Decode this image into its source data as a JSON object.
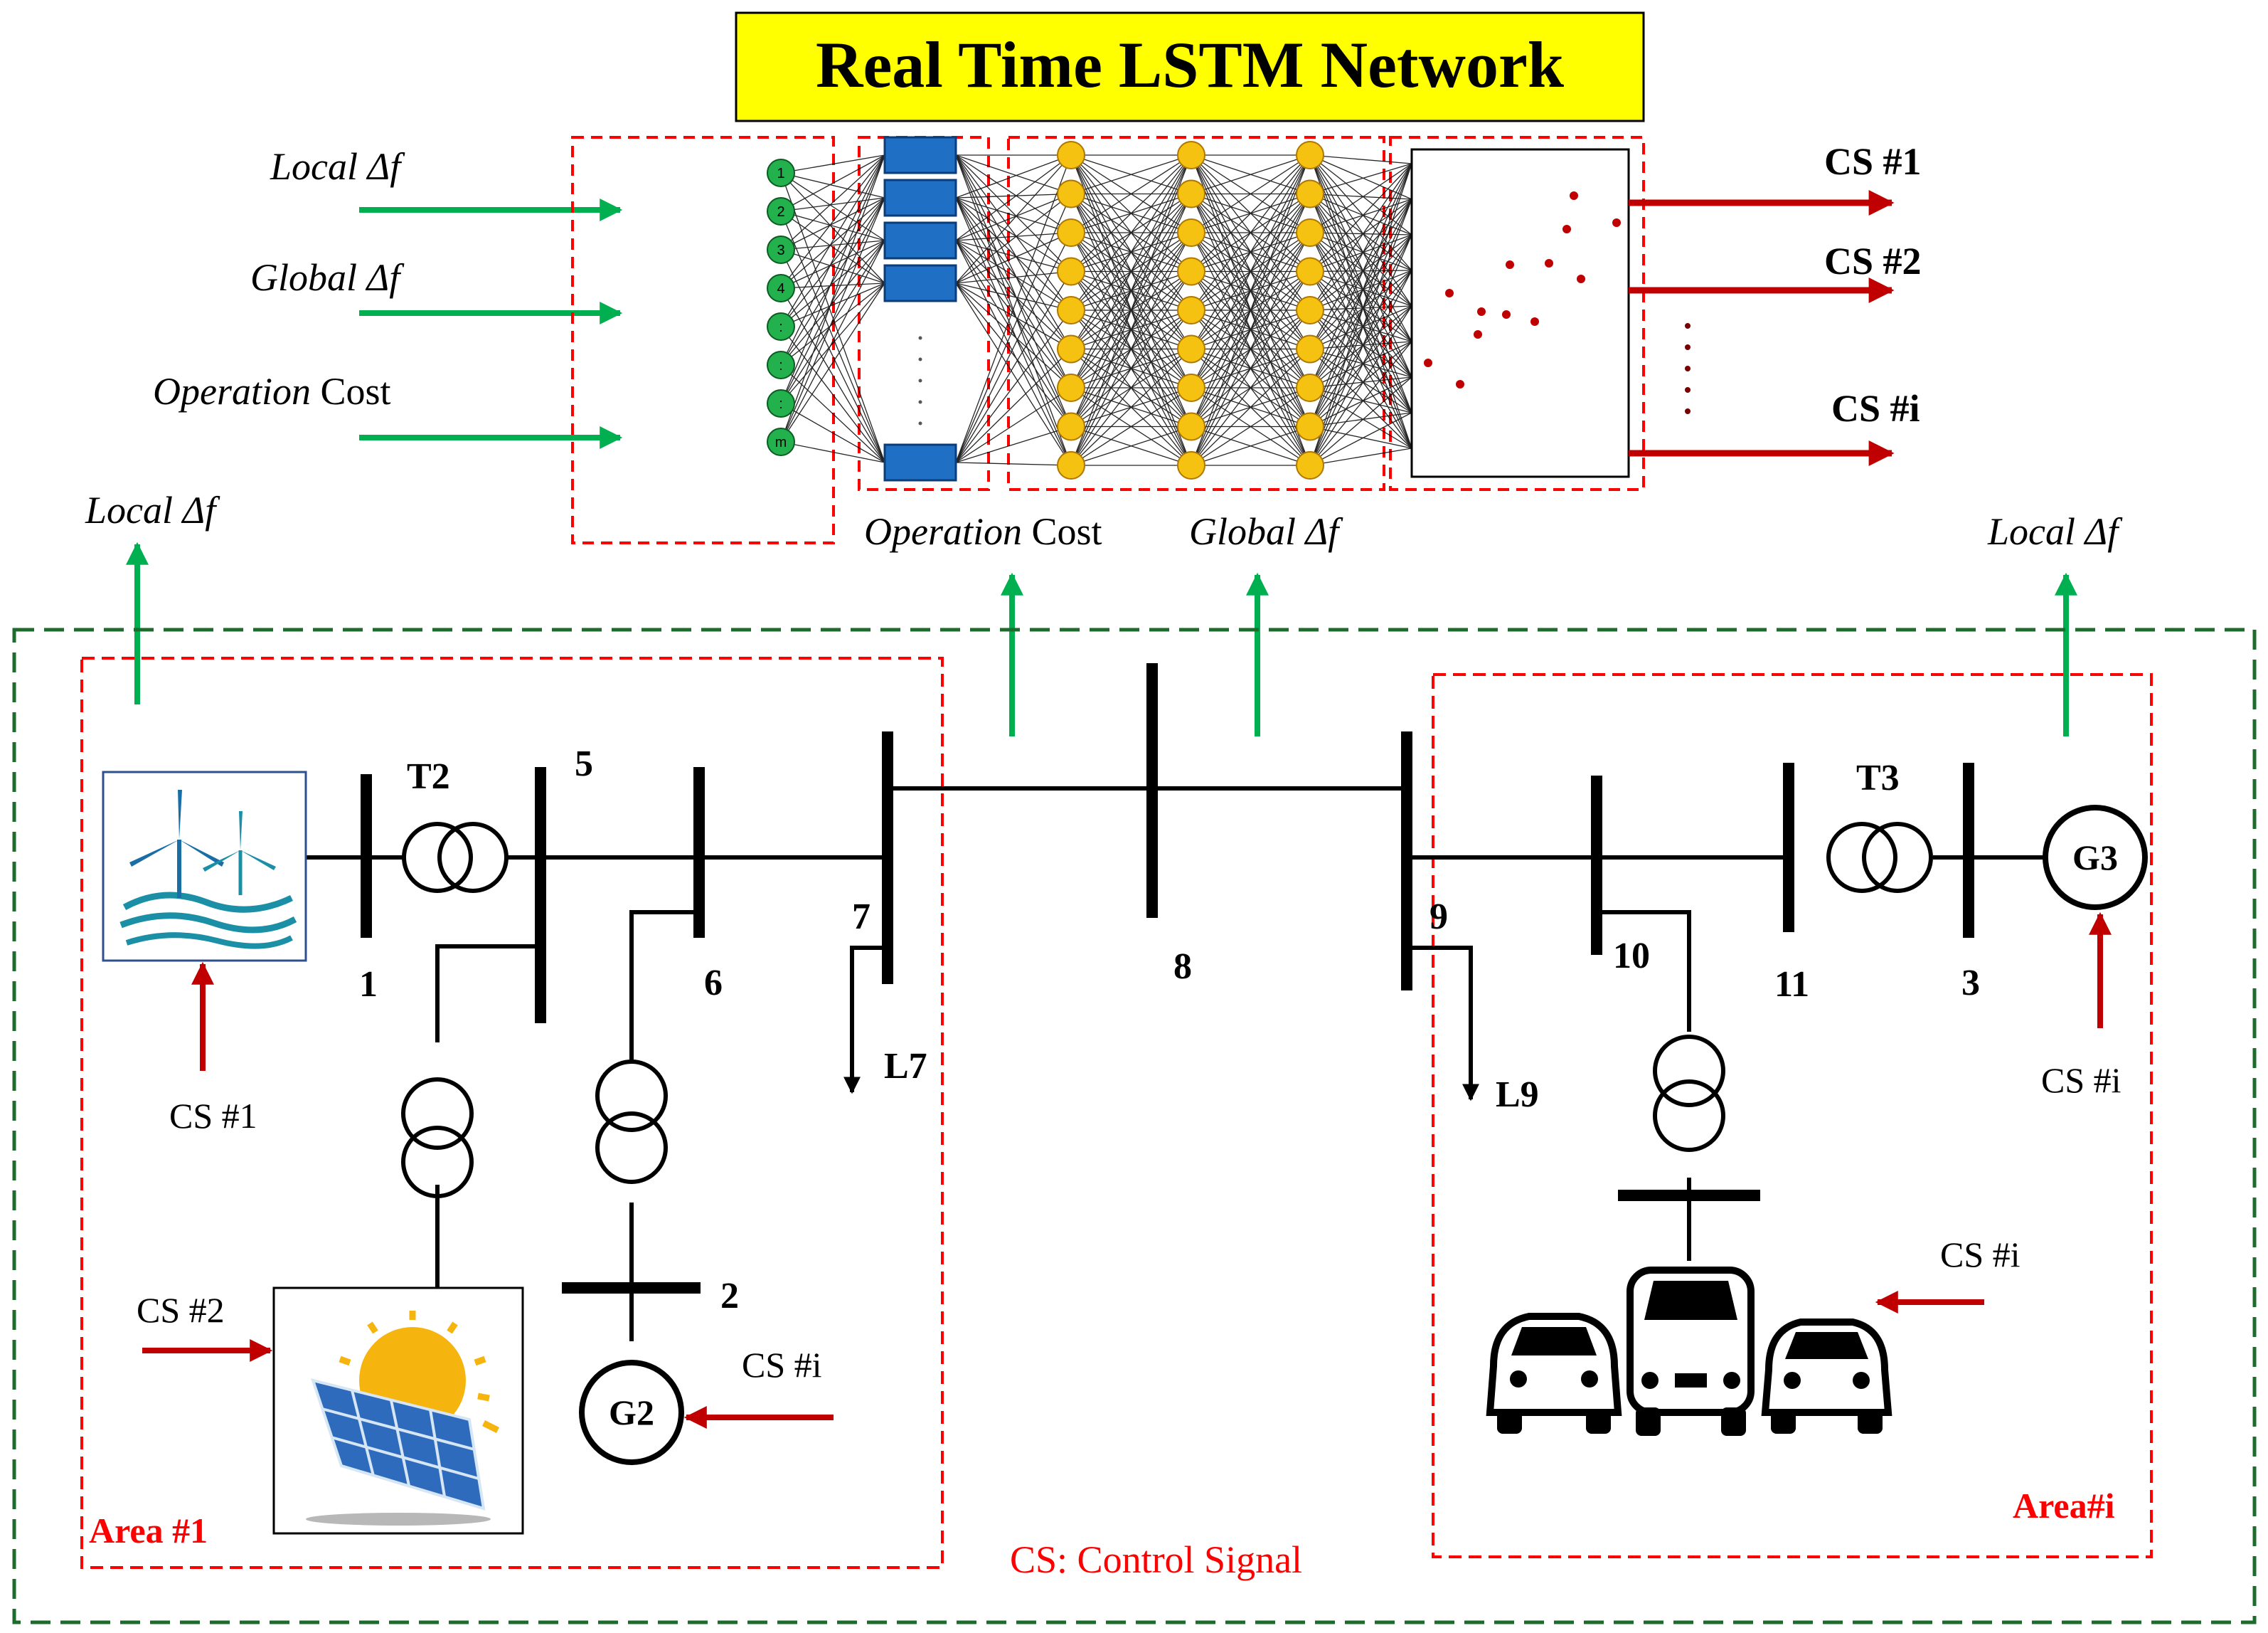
{
  "title": "Real Time LSTM Network",
  "inputs": {
    "local_df": "Local Δf",
    "global_df": "Global Δf",
    "operation_word": "Operation",
    "cost_word": "Cost"
  },
  "outputs": {
    "cs1": "CS #1",
    "cs2": "CS #2",
    "csi": "CS #i",
    "dots": "⋮"
  },
  "input_nodes": [
    "1",
    "2",
    "3",
    "4",
    ":",
    ":",
    ":",
    "m"
  ],
  "dense_nodes_per_layer": 9,
  "dense_layers": 3,
  "lstm_dots": "· · · · ·",
  "feedback": {
    "local_left": "Local Δf",
    "operation_word": "Operation",
    "cost_word": "Cost",
    "global_df": "Global Δf",
    "local_right": "Local Δf"
  },
  "buses": {
    "b1": "1",
    "b2": "2",
    "b3": "3",
    "b5": "5",
    "b6": "6",
    "b7": "7",
    "b8": "8",
    "b9": "9",
    "b10": "10",
    "b11": "11"
  },
  "transformers": {
    "t2": "T2",
    "t3": "T3"
  },
  "generators": {
    "g2": "G2",
    "g3": "G3"
  },
  "loads": {
    "l7": "L7",
    "l9": "L9"
  },
  "control_signals": {
    "wind": "CS #1",
    "solar": "CS #2",
    "g2": "CS #i",
    "g3": "CS #i",
    "ev": "CS #i"
  },
  "areas": {
    "area1": "Area #1",
    "areai": "Area#i"
  },
  "legend": "CS: Control Signal",
  "colors": {
    "title_bg": "#ffff00",
    "green_arrow": "#00b050",
    "red_arrow": "#c00000",
    "red_dash": "#ff0000",
    "green_dash": "#1e6b2e",
    "input_node": "#22b14c",
    "lstm_block": "#1f6fc5",
    "dense_node": "#f5c211",
    "area_label": "#ff0000"
  }
}
